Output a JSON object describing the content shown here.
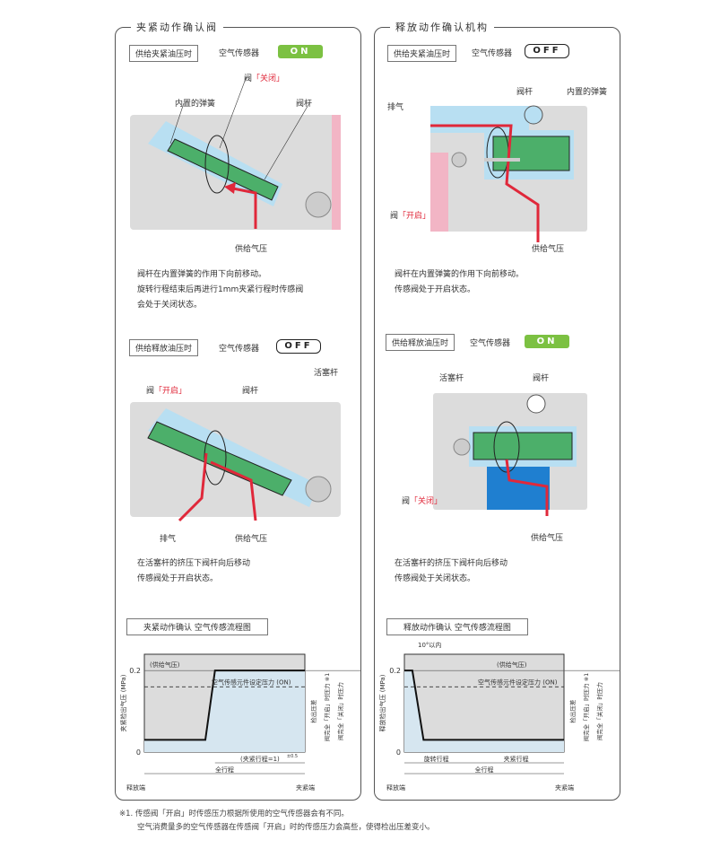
{
  "left": {
    "title": "夹紧动作确认阀",
    "s1": {
      "condition": "供给夹紧油压时",
      "sensor": "空气传感器",
      "state": "ON",
      "labels": {
        "valve": "阀",
        "valve_state": "「关闭」",
        "spring": "内置的弹簧",
        "stem": "阀杆",
        "supply": "供给气压"
      },
      "desc": [
        "阀杆在内置弹簧的作用下向前移动。",
        "旋转行程结束后再进行1mm夹紧行程时传感阀",
        "会处于关闭状态。"
      ]
    },
    "s2": {
      "condition": "供给释放油压时",
      "sensor": "空气传感器",
      "state": "OFF",
      "labels": {
        "valve": "阀",
        "valve_state": "「开启」",
        "stem": "阀杆",
        "piston": "活塞杆",
        "exhaust": "排气",
        "supply": "供给气压"
      },
      "desc": [
        "在活塞杆的挤压下阀杆向后移动",
        "传感阀处于开启状态。"
      ]
    },
    "chart_title": "夹紧动作确认 空气传感流程图"
  },
  "right": {
    "title": "释放动作确认机构",
    "s1": {
      "condition": "供给夹紧油压时",
      "sensor": "空气传感器",
      "state": "OFF",
      "labels": {
        "valve": "阀",
        "valve_state": "「开启」",
        "spring": "内置的弹簧",
        "stem": "阀杆",
        "exhaust": "排气",
        "supply": "供给气压"
      },
      "desc": [
        "阀杆在内置弹簧的作用下向前移动。",
        "传感阀处于开启状态。"
      ]
    },
    "s2": {
      "condition": "供给释放油压时",
      "sensor": "空气传感器",
      "state": "ON",
      "labels": {
        "valve": "阀",
        "valve_state": "「关闭」",
        "stem": "阀杆",
        "piston": "活塞杆",
        "supply": "供给气压"
      },
      "desc": [
        "在活塞杆的挤压下阀杆向后移动",
        "传感阀处于关闭状态。"
      ]
    },
    "chart_title": "释放动作确认 空气传感流程图"
  },
  "colors": {
    "on": "#7cc142",
    "arrow": "#e0283a",
    "stem": "#4caf6a",
    "air": "#b8dff2",
    "body": "#d9d9d9"
  },
  "chart_data": [
    {
      "type": "line",
      "title": "夹紧动作确认 空气传感流程图",
      "ylabel": "夹紧检出气压 (MPa)",
      "ylim": [
        0,
        0.24
      ],
      "yticks": [
        "0",
        "0.2"
      ],
      "x": [
        0,
        0.38,
        0.44,
        1
      ],
      "values": [
        0.03,
        0.03,
        0.2,
        0.2
      ],
      "threshold": 0.16,
      "annotations": {
        "supply": "(供给气压)",
        "set": "空气传感元件设定压力 (ON)",
        "diff": "检出压差",
        "open": "阀完全「开启」时压力 ※1",
        "close": "阀完全「关闭」时压力",
        "clamp_stroke": "(夹紧行程=1)",
        "tol": "±0.5",
        "full": "全行程",
        "release_end": "释放端",
        "clamp_end": "夹紧端"
      }
    },
    {
      "type": "line",
      "title": "释放动作确认 空气传感流程图",
      "ylabel": "释放检出气压 (MPa)",
      "ylim": [
        0,
        0.24
      ],
      "yticks": [
        "0",
        "0.2"
      ],
      "x": [
        0,
        0.05,
        0.12,
        1
      ],
      "values": [
        0.2,
        0.2,
        0.03,
        0.03
      ],
      "threshold": 0.16,
      "annotations": {
        "supply": "(供给气压)",
        "set": "空气传感元件设定压力 (ON)",
        "diff": "检出压差",
        "open": "阀完全「开启」时压力 ※1",
        "close": "阀完全「关闭」时压力",
        "angle": "10°以内",
        "rotate": "旋转行程",
        "clamp": "夹紧行程",
        "full": "全行程",
        "release_end": "释放端",
        "clamp_end": "夹紧端"
      }
    }
  ],
  "notes": [
    "※1. 传感阀「开启」时传感压力根据所使用的空气传感器会有不同。",
    "空气消费量多的空气传感器在传感阀「开启」时的传感压力会高些，使得检出压差变小。"
  ]
}
